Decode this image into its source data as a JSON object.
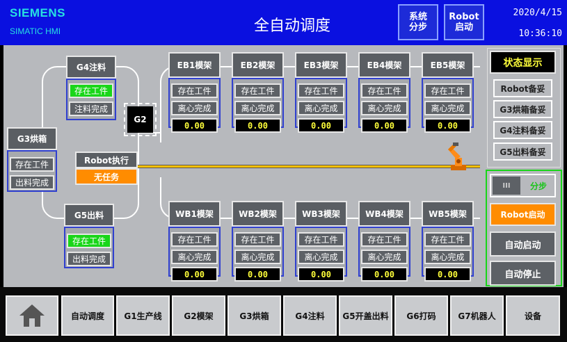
{
  "header": {
    "brand": "SIEMENS",
    "brand_sub": "SIMATIC HMI",
    "title": "全自动调度",
    "btn_system_step": "系统\n分步",
    "btn_robot_start": "Robot\n启动",
    "date": "2020/4/15",
    "time": "10:36:10"
  },
  "g4": {
    "title": "G4注料",
    "status1": "存在工件",
    "status2": "注料完成"
  },
  "g3": {
    "title": "G3烘箱",
    "status1": "存在工件",
    "status2": "出料完成"
  },
  "g5": {
    "title": "G5出料",
    "status1": "存在工件",
    "status2": "出料完成"
  },
  "g2": {
    "label": "G2"
  },
  "robot_exec": {
    "title": "Robot执行",
    "status": "无任务"
  },
  "eb": [
    {
      "title": "EB1模架",
      "s1": "存在工件",
      "s2": "离心完成",
      "value": "0.00"
    },
    {
      "title": "EB2模架",
      "s1": "存在工件",
      "s2": "离心完成",
      "value": "0.00"
    },
    {
      "title": "EB3模架",
      "s1": "存在工件",
      "s2": "离心完成",
      "value": "0.00"
    },
    {
      "title": "EB4模架",
      "s1": "存在工件",
      "s2": "离心完成",
      "value": "0.00"
    },
    {
      "title": "EB5模架",
      "s1": "存在工件",
      "s2": "离心完成",
      "value": "0.00"
    }
  ],
  "wb": [
    {
      "title": "WB1模架",
      "s1": "存在工件",
      "s2": "离心完成",
      "value": "0.00"
    },
    {
      "title": "WB2模架",
      "s1": "存在工件",
      "s2": "离心完成",
      "value": "0.00"
    },
    {
      "title": "WB3模架",
      "s1": "存在工件",
      "s2": "离心完成",
      "value": "0.00"
    },
    {
      "title": "WB4模架",
      "s1": "存在工件",
      "s2": "离心完成",
      "value": "0.00"
    },
    {
      "title": "WB5模架",
      "s1": "存在工件",
      "s2": "离心完成",
      "value": "0.00"
    }
  ],
  "status_panel": {
    "title": "状态显示",
    "items": [
      "Robot备妥",
      "G3烘箱备妥",
      "G4注料备妥",
      "G5出料备妥"
    ]
  },
  "control_panel": {
    "switch_left": "III",
    "switch_right": "分步",
    "robot_start": "Robot启动",
    "auto_start": "自动启动",
    "auto_stop": "自动停止"
  },
  "nav": {
    "items": [
      "自动调度",
      "G1生产线",
      "G2模架",
      "G3烘箱",
      "G4注料",
      "G5开盖出料",
      "G6打码",
      "G7机器人",
      "设备"
    ]
  },
  "colors": {
    "header_bg": "#0a10e0",
    "panel_bg": "#b7b9bd",
    "active_green": "#19d619",
    "robot_orange": "#ff8c00",
    "value_yellow": "#ffff3a"
  },
  "icons": {
    "home": "home-icon",
    "robot": "robot-arm-icon"
  }
}
